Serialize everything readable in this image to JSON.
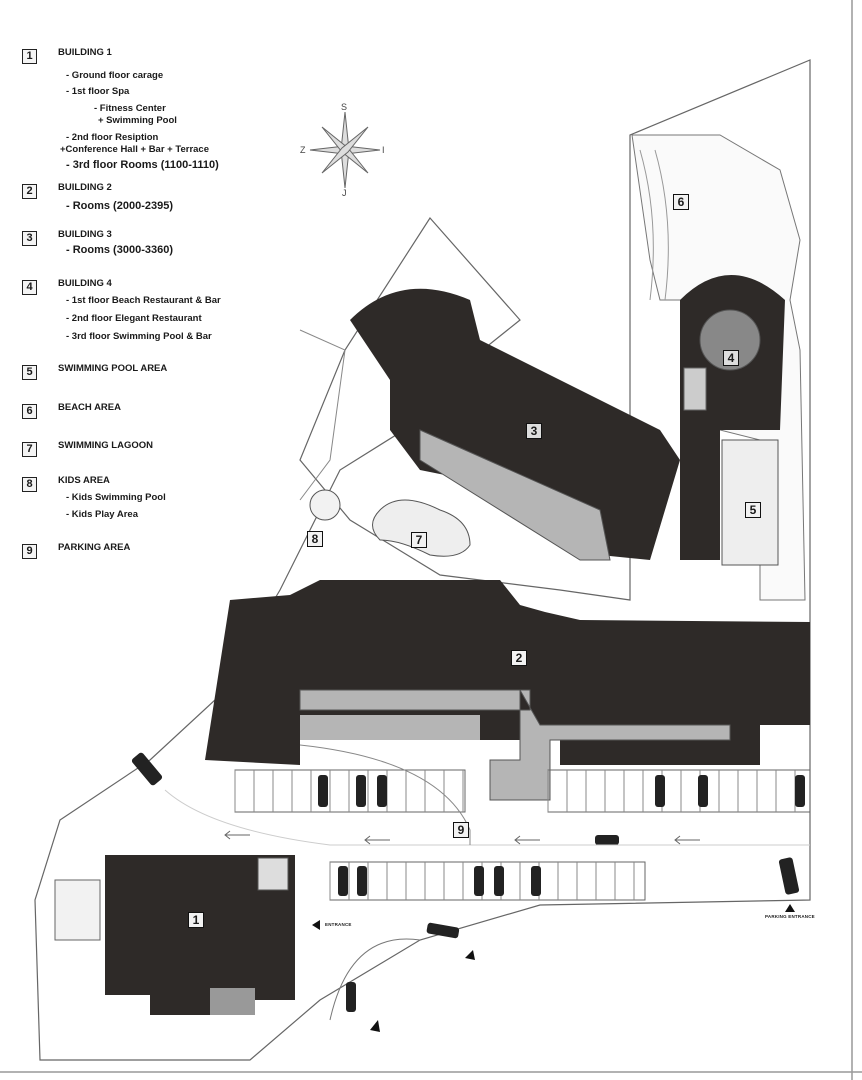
{
  "legend": [
    {
      "number": "1",
      "title": "BUILDING 1",
      "items": [
        "- Ground floor carage",
        "- 1st floor Spa",
        "- Fitness Center",
        "+ Swimming Pool",
        "- 2nd floor Resiption",
        "+Conference Hall + Bar + Terrace",
        "- 3rd floor Rooms (1100-1110)"
      ]
    },
    {
      "number": "2",
      "title": "BUILDING 2",
      "items": [
        "-  Rooms (2000-2395)"
      ]
    },
    {
      "number": "3",
      "title": "BUILDING 3",
      "items": [
        "-  Rooms (3000-3360)"
      ]
    },
    {
      "number": "4",
      "title": "BUILDING 4",
      "items": [
        "- 1st floor Beach Restaurant & Bar",
        "- 2nd floor Elegant Restaurant",
        "- 3rd floor Swimming Pool & Bar"
      ]
    },
    {
      "number": "5",
      "title": "SWIMMING POOL AREA",
      "items": []
    },
    {
      "number": "6",
      "title": "BEACH AREA",
      "items": []
    },
    {
      "number": "7",
      "title": "SWIMMING LAGOON",
      "items": []
    },
    {
      "number": "8",
      "title": "KIDS AREA",
      "items": [
        "- Kids Swimming Pool",
        "- Kids Play Area"
      ]
    },
    {
      "number": "9",
      "title": "PARKING AREA",
      "items": []
    }
  ],
  "compass": {
    "north": "S",
    "west": "Z",
    "east": "I",
    "south": "J"
  },
  "map_labels": {
    "b1": "1",
    "b2": "2",
    "b3": "3",
    "b4": "4",
    "pool": "5",
    "beach": "6",
    "lagoon": "7",
    "kids": "8",
    "parking": "9"
  },
  "annotations": {
    "entrance": "ENTRANCE",
    "parking_entrance": "PARKING ENTRANCE"
  },
  "colors": {
    "building": "#2e2a28",
    "corridor": "#b5b5b5",
    "line": "#555555"
  }
}
